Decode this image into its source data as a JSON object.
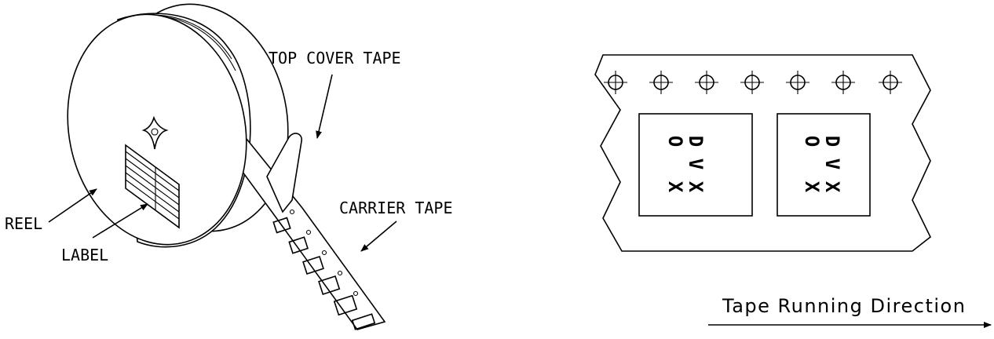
{
  "reel_diagram": {
    "labels": {
      "top_cover_tape": "TOP COVER TAPE",
      "carrier_tape": "CARRIER TAPE",
      "reel": "REEL",
      "label": "LABEL"
    }
  },
  "tape_diagram": {
    "component_marking": [
      "D",
      "V",
      "X",
      "O",
      "X"
    ],
    "direction_label": "Tape Running Direction"
  }
}
